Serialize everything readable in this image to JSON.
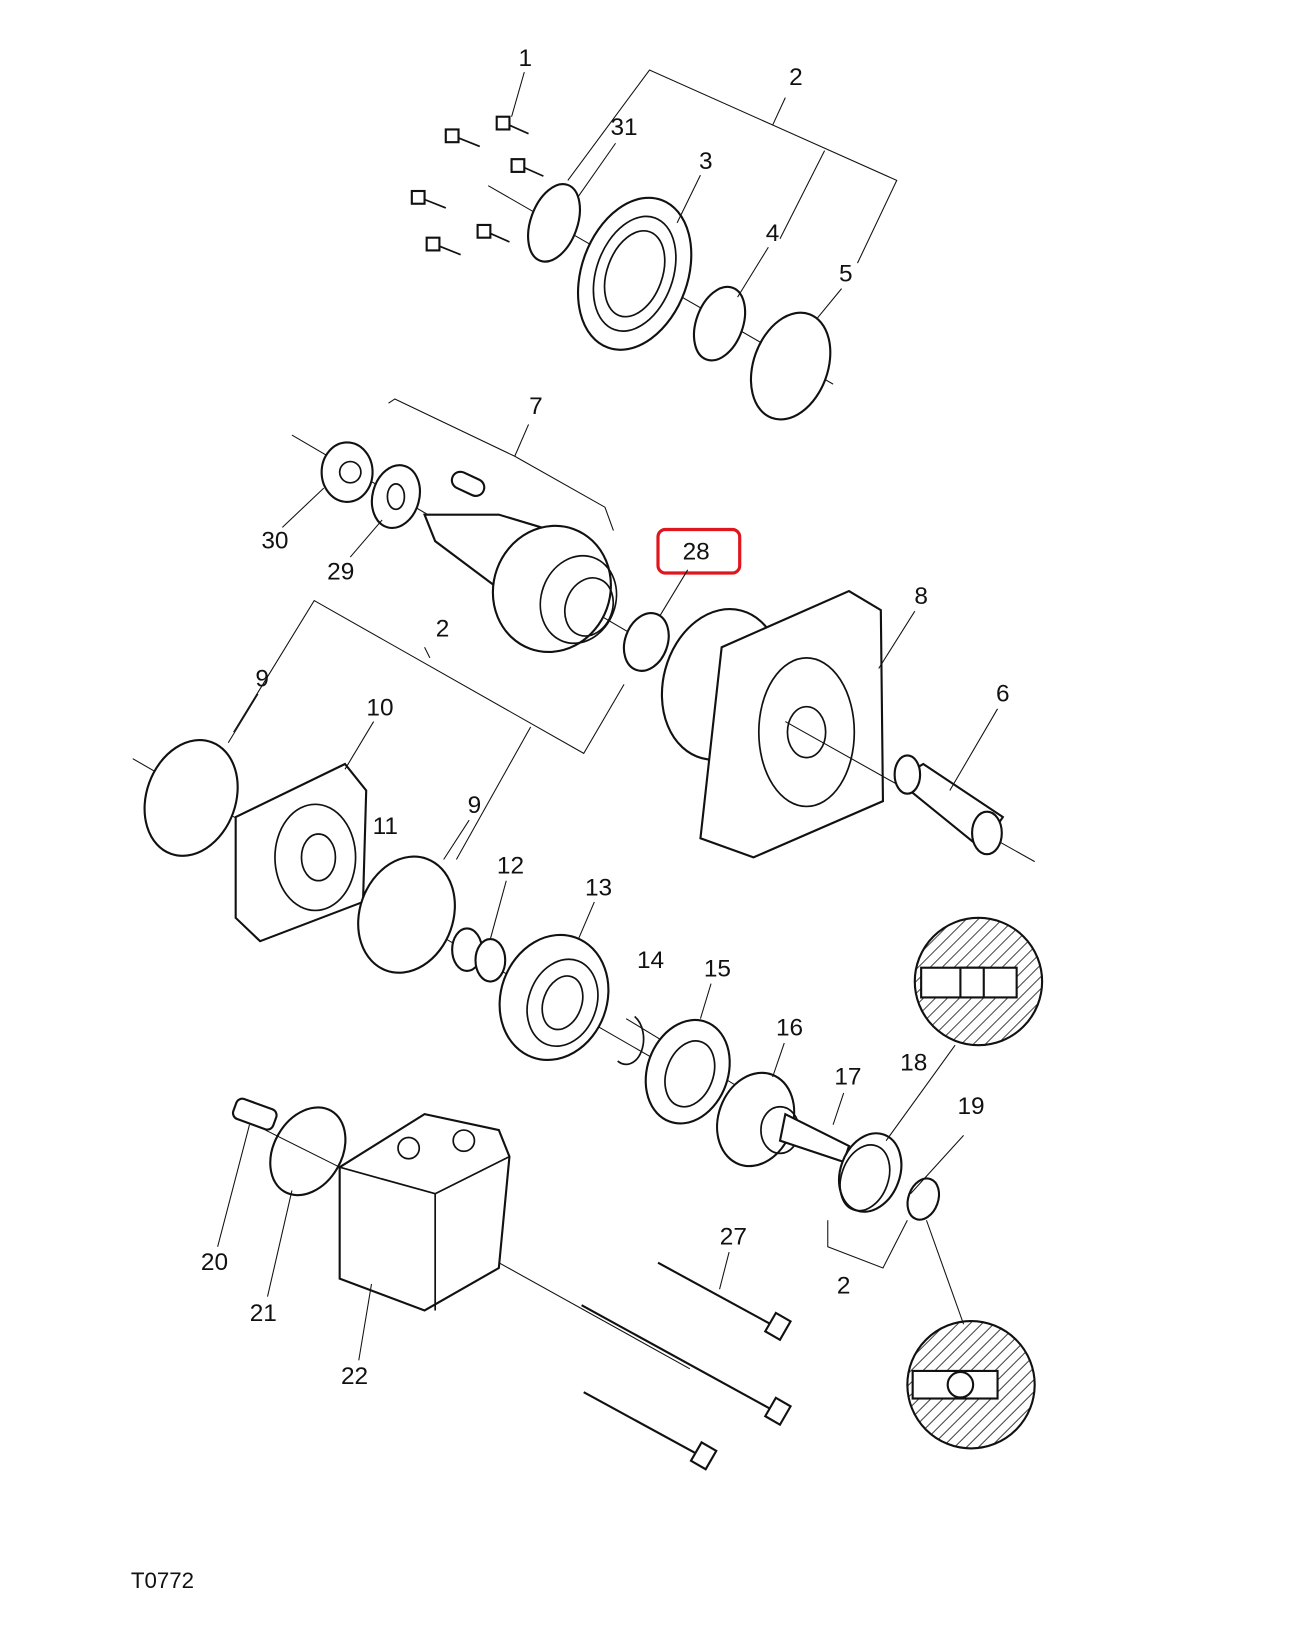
{
  "figure_id": "T0772",
  "highlight_color": "#e0161e",
  "highlighted_callout": "28",
  "callouts": {
    "c1": "1",
    "c2a": "2",
    "c31": "31",
    "c3": "3",
    "c4": "4",
    "c5": "5",
    "c7": "7",
    "c30": "30",
    "c29": "29",
    "c28": "28",
    "c8": "8",
    "c2b": "2",
    "c6": "6",
    "c9a": "9",
    "c10": "10",
    "c11": "11",
    "c9b": "9",
    "c12": "12",
    "c13": "13",
    "c14": "14",
    "c15": "15",
    "c16": "16",
    "c17": "17",
    "c18": "18",
    "c19": "19",
    "c20": "20",
    "c21": "21",
    "c22": "22",
    "c27": "27",
    "c2c": "2"
  }
}
